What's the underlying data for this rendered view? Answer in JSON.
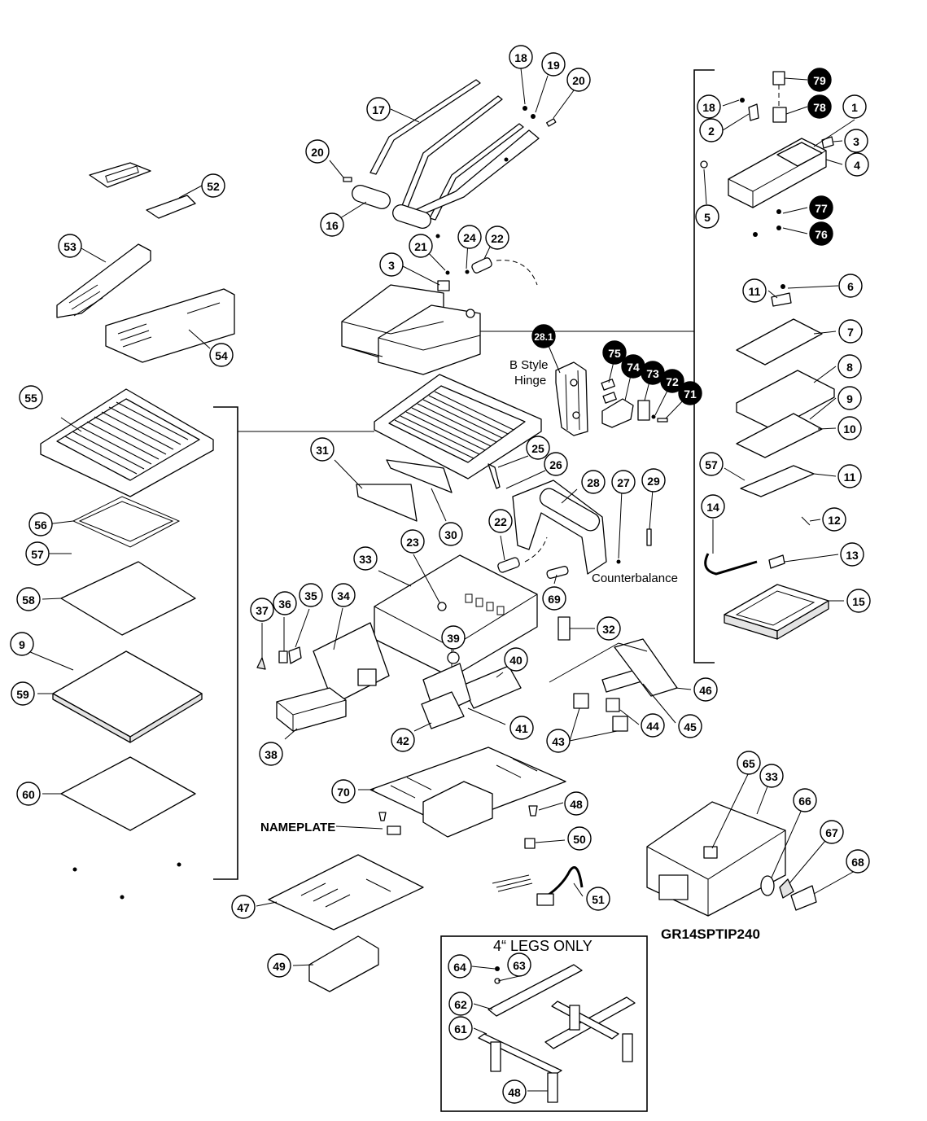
{
  "labels": {
    "b_style_hinge_line1": "B Style",
    "b_style_hinge_line2": "Hinge",
    "counterbalance": "Counterbalance",
    "nameplate": "NAMEPLATE",
    "model": "GR14SPTIP240",
    "legs_only": "4“ LEGS ONLY"
  },
  "callouts": [
    {
      "id": "co-18a",
      "text": "18"
    },
    {
      "id": "co-19a",
      "text": "19"
    },
    {
      "id": "co-20a",
      "text": "20"
    },
    {
      "id": "co-17",
      "text": "17"
    },
    {
      "id": "co-20b",
      "text": "20"
    },
    {
      "id": "co-16",
      "text": "16"
    },
    {
      "id": "co-52",
      "text": "52"
    },
    {
      "id": "co-53",
      "text": "53"
    },
    {
      "id": "co-54",
      "text": "54"
    },
    {
      "id": "co-21",
      "text": "21"
    },
    {
      "id": "co-24",
      "text": "24"
    },
    {
      "id": "co-22a",
      "text": "22"
    },
    {
      "id": "co-3a",
      "text": "3"
    },
    {
      "id": "co-28-1",
      "text": "28.1",
      "dark": true
    },
    {
      "id": "co-75",
      "text": "75",
      "dark": true
    },
    {
      "id": "co-74",
      "text": "74",
      "dark": true
    },
    {
      "id": "co-73",
      "text": "73",
      "dark": true
    },
    {
      "id": "co-72",
      "text": "72",
      "dark": true
    },
    {
      "id": "co-71",
      "text": "71",
      "dark": true
    },
    {
      "id": "co-55",
      "text": "55"
    },
    {
      "id": "co-56",
      "text": "56"
    },
    {
      "id": "co-57a",
      "text": "57"
    },
    {
      "id": "co-58",
      "text": "58"
    },
    {
      "id": "co-9a",
      "text": "9"
    },
    {
      "id": "co-59",
      "text": "59"
    },
    {
      "id": "co-60",
      "text": "60"
    },
    {
      "id": "co-31",
      "text": "31"
    },
    {
      "id": "co-30",
      "text": "30"
    },
    {
      "id": "co-25",
      "text": "25"
    },
    {
      "id": "co-26",
      "text": "26"
    },
    {
      "id": "co-28",
      "text": "28"
    },
    {
      "id": "co-27",
      "text": "27"
    },
    {
      "id": "co-29",
      "text": "29"
    },
    {
      "id": "co-22b",
      "text": "22"
    },
    {
      "id": "co-23",
      "text": "23"
    },
    {
      "id": "co-33a",
      "text": "33"
    },
    {
      "id": "co-69",
      "text": "69"
    },
    {
      "id": "co-32",
      "text": "32"
    },
    {
      "id": "co-37",
      "text": "37"
    },
    {
      "id": "co-36",
      "text": "36"
    },
    {
      "id": "co-35",
      "text": "35"
    },
    {
      "id": "co-34",
      "text": "34"
    },
    {
      "id": "co-39",
      "text": "39"
    },
    {
      "id": "co-40",
      "text": "40"
    },
    {
      "id": "co-46",
      "text": "46"
    },
    {
      "id": "co-41",
      "text": "41"
    },
    {
      "id": "co-42",
      "text": "42"
    },
    {
      "id": "co-43",
      "text": "43"
    },
    {
      "id": "co-44",
      "text": "44"
    },
    {
      "id": "co-45",
      "text": "45"
    },
    {
      "id": "co-38",
      "text": "38"
    },
    {
      "id": "co-70",
      "text": "70"
    },
    {
      "id": "co-48a",
      "text": "48"
    },
    {
      "id": "co-50",
      "text": "50"
    },
    {
      "id": "co-51",
      "text": "51"
    },
    {
      "id": "co-47",
      "text": "47"
    },
    {
      "id": "co-49",
      "text": "49"
    },
    {
      "id": "co-65",
      "text": "65"
    },
    {
      "id": "co-33b",
      "text": "33"
    },
    {
      "id": "co-66",
      "text": "66"
    },
    {
      "id": "co-67",
      "text": "67"
    },
    {
      "id": "co-68",
      "text": "68"
    },
    {
      "id": "co-79",
      "text": "79",
      "dark": true
    },
    {
      "id": "co-78",
      "text": "78",
      "dark": true
    },
    {
      "id": "co-18b",
      "text": "18"
    },
    {
      "id": "co-1",
      "text": "1"
    },
    {
      "id": "co-2",
      "text": "2"
    },
    {
      "id": "co-3b",
      "text": "3"
    },
    {
      "id": "co-4",
      "text": "4"
    },
    {
      "id": "co-5",
      "text": "5"
    },
    {
      "id": "co-77",
      "text": "77",
      "dark": true
    },
    {
      "id": "co-76",
      "text": "76",
      "dark": true
    },
    {
      "id": "co-11a",
      "text": "11"
    },
    {
      "id": "co-6",
      "text": "6"
    },
    {
      "id": "co-7",
      "text": "7"
    },
    {
      "id": "co-8",
      "text": "8"
    },
    {
      "id": "co-9b",
      "text": "9"
    },
    {
      "id": "co-10",
      "text": "10"
    },
    {
      "id": "co-57b",
      "text": "57"
    },
    {
      "id": "co-11b",
      "text": "11"
    },
    {
      "id": "co-14",
      "text": "14"
    },
    {
      "id": "co-12",
      "text": "12"
    },
    {
      "id": "co-13",
      "text": "13"
    },
    {
      "id": "co-15",
      "text": "15"
    },
    {
      "id": "co-64",
      "text": "64"
    },
    {
      "id": "co-63",
      "text": "63"
    },
    {
      "id": "co-62",
      "text": "62"
    },
    {
      "id": "co-61",
      "text": "61"
    },
    {
      "id": "co-48b",
      "text": "48"
    }
  ]
}
